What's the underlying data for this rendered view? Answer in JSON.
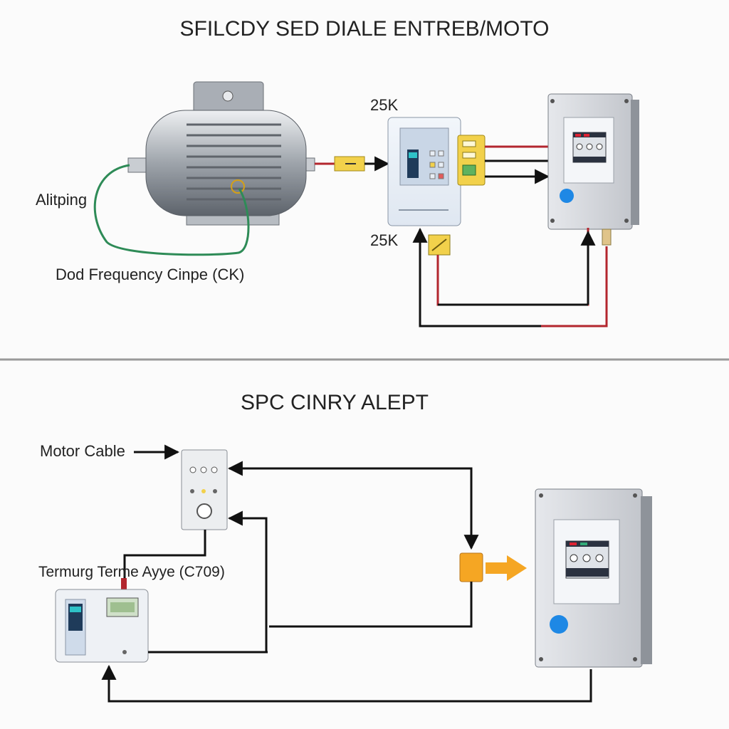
{
  "top_section": {
    "title": "SFILCDY SED DIALE ENTREB/MOTO",
    "label_left": "Alitping",
    "label_bottom": "Dod Frequency Cinpe (CK)",
    "label_top_drive": "25K",
    "label_bottom_drive": "25K"
  },
  "bottom_section": {
    "title": "SPC CINRY ALEPT",
    "label_motor_cable": "Motor Cable",
    "label_terminal": "Termurg Terme Ayye (C709)"
  },
  "colors": {
    "wire_red": "#b3262e",
    "wire_black": "#111111",
    "wire_green": "#2e8b57",
    "accent_yellow": "#f2d14b",
    "accent_orange": "#f5a623",
    "indicator_blue": "#1e88e5",
    "panel_gray": "#d9dbe0"
  }
}
